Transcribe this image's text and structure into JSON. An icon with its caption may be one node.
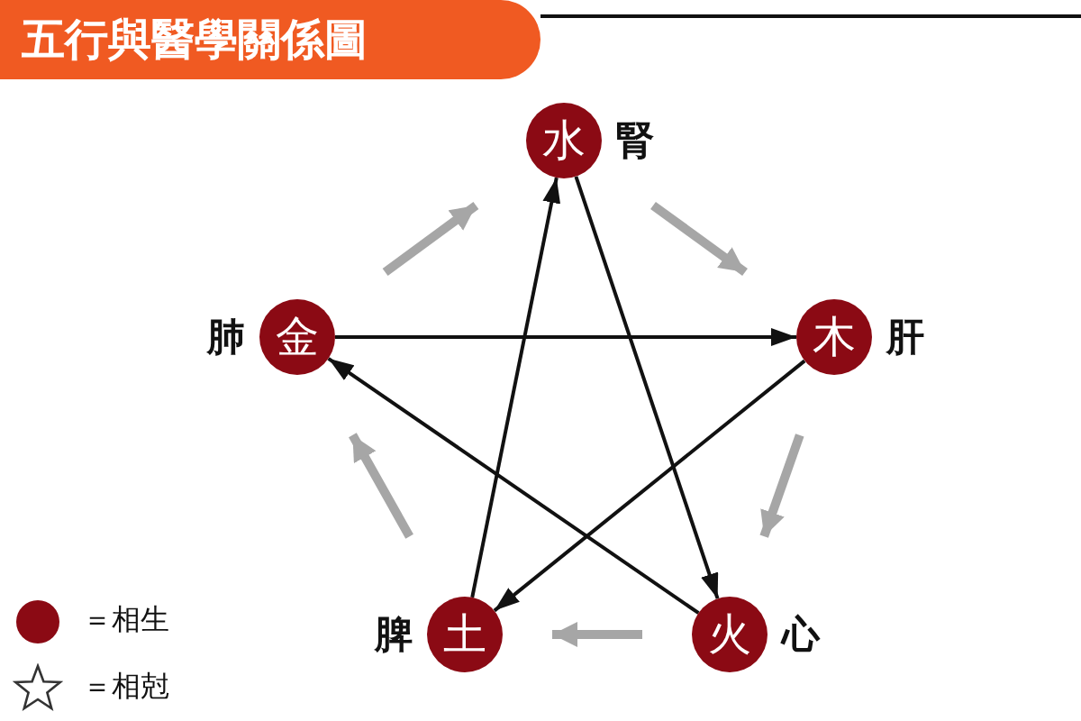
{
  "diagram": {
    "title": "五行與醫學關係圖",
    "nodes": [
      {
        "text": [
          "水"
        ],
        "beside": [
          "腎"
        ]
      },
      {
        "text": [
          "木"
        ],
        "beside": [
          "肝"
        ]
      },
      {
        "text": [
          "火"
        ],
        "beside": [
          "心"
        ]
      },
      {
        "text": [
          "土"
        ],
        "beside": [
          "脾"
        ]
      },
      {
        "text": [
          "金"
        ],
        "beside": [
          "肺"
        ]
      }
    ],
    "edges": [
      {
        "from": 0,
        "to": 1,
        "arrow": "to",
        "style": "thick",
        "color": "#a6a6a6"
      },
      {
        "from": 1,
        "to": 2,
        "arrow": "to",
        "style": "thick",
        "color": "#a6a6a6"
      },
      {
        "from": 2,
        "to": 3,
        "arrow": "to",
        "style": "thick",
        "color": "#a6a6a6"
      },
      {
        "from": 3,
        "to": 4,
        "arrow": "to",
        "style": "thick",
        "color": "#a6a6a6"
      },
      {
        "from": 4,
        "to": 0,
        "arrow": "to",
        "style": "thick",
        "color": "#a6a6a6"
      },
      {
        "from": 4,
        "to": 1,
        "arrow": "to",
        "color": "#111111"
      },
      {
        "from": 1,
        "to": 3,
        "arrow": "to",
        "color": "#111111"
      },
      {
        "from": 3,
        "to": 0,
        "arrow": "to",
        "color": "#111111"
      },
      {
        "from": 0,
        "to": 2,
        "arrow": "to",
        "color": "#111111"
      },
      {
        "from": 2,
        "to": 4,
        "arrow": "to",
        "color": "#111111"
      }
    ],
    "legend": [
      {
        "text": "＝相生",
        "color": "#8b0a14"
      },
      {
        "text": "＝相尅"
      }
    ]
  }
}
